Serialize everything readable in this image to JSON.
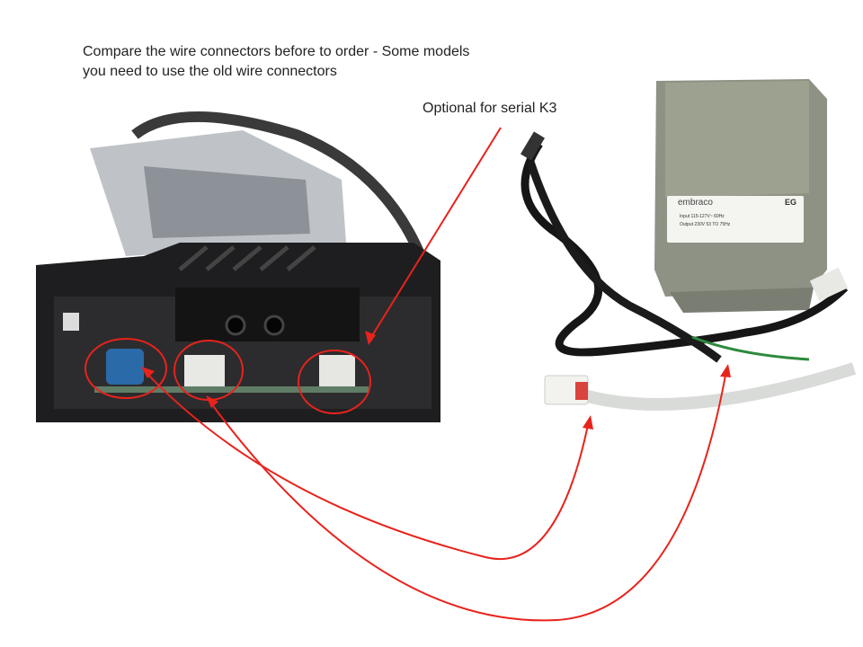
{
  "annotations": {
    "main_note_line1": "Compare the wire connectors before to order - Some models",
    "main_note_line2": "you need to use the old wire connectors",
    "k3_note": "Optional for serial K3"
  },
  "product_label": {
    "brand": "embraco",
    "model_code": "EG",
    "input": "Input 115-127V~ 60Hz",
    "output": "Output 230V 53 TO 75Hz"
  },
  "colors": {
    "annotation": "#e8231c"
  }
}
